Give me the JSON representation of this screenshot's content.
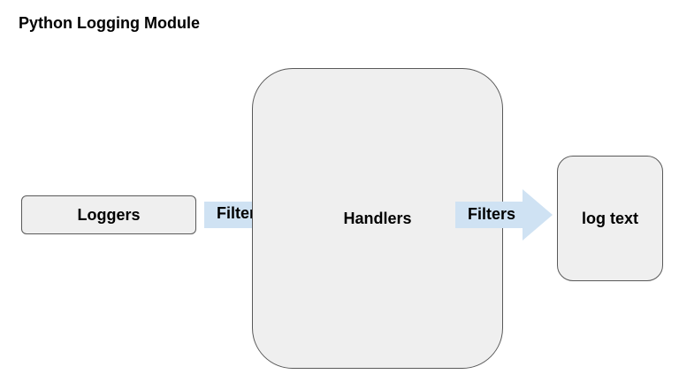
{
  "diagram": {
    "title": "Python Logging Module",
    "nodes": {
      "loggers": "Loggers",
      "handlers": "Handlers",
      "log_text": "log text"
    },
    "edges": [
      {
        "from": "loggers",
        "to": "handlers",
        "label": "Filters"
      },
      {
        "from": "handlers",
        "to": "log_text",
        "label": "Filters"
      }
    ],
    "colors": {
      "node_fill": "#efefef",
      "node_border": "#595959",
      "arrow_fill": "#cfe2f3"
    }
  }
}
